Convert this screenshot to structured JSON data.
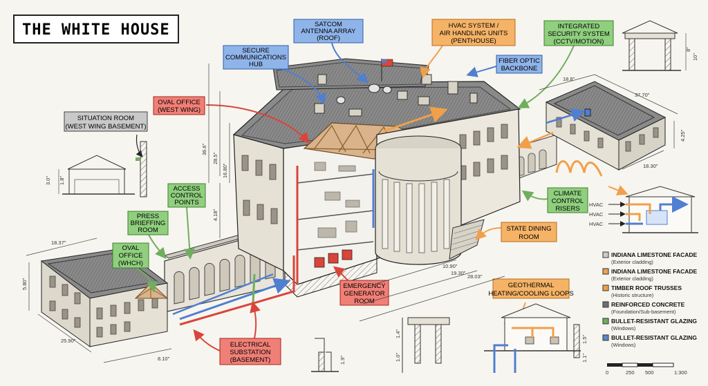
{
  "title": "THE WHITE HOUSE",
  "labels": {
    "satcom": [
      "SATCOM",
      "ANTENNA ARRAY",
      "(ROOF)"
    ],
    "hvac": [
      "HVAC SYSTEM /",
      "AIR HANDLING UNITS",
      "(PENTHOUSE)"
    ],
    "security": [
      "INTEGRATED",
      "SECURITY SYSTEM",
      "(CCTV/MOTION)"
    ],
    "comms": [
      "SECURE",
      "COMMUNICATIONS",
      "HUB"
    ],
    "fiber": [
      "FIBER OPTIC",
      "BACKBONE"
    ],
    "oval_west": [
      "OVAL OFFICE",
      "(WEST WING)"
    ],
    "situation": [
      "SITUATION ROOM",
      "(WEST WING BASEMENT)"
    ],
    "access": [
      "ACCESS",
      "CONTROL",
      "POINTS"
    ],
    "press": [
      "PRESS",
      "BRIEFFING",
      "ROOM"
    ],
    "oval_whch": [
      "OVAL",
      "OFFICE",
      "(WHCH)"
    ],
    "climate": [
      "CLIMATE",
      "CONTROL",
      "RISERS"
    ],
    "state_dining": [
      "STATE DINING",
      "ROOM"
    ],
    "generator": [
      "EMERGENCY",
      "GENERATOR",
      "ROOM"
    ],
    "electrical": [
      "ELECTRICAL",
      "SUBSTATION",
      "(BASEMENT)"
    ],
    "geothermal": [
      "GEOTHERMAL",
      "HEATING/COOLING LOOPS"
    ]
  },
  "dimensions": {
    "d1": "36.6\"",
    "d2": "28.5\"",
    "d3": "16.80\"",
    "d4": "4.18\"",
    "d5": "10.90\"",
    "d6": "19.30\"",
    "d7": "28.03\"",
    "d8": "18.37\"",
    "d9": "5.80\"",
    "d10": "25.90\"",
    "d11": "8.10\"",
    "d12": "18.8\"",
    "d13": "37.70\"",
    "d14": "4.25\"",
    "d15": "18.30\"",
    "d16": "3.0\"",
    "d17": "1.8\"",
    "d18": "1.4\"",
    "d19": "1.0\"",
    "d20": "1.9\"",
    "d21": "8\"",
    "d22": "10\"",
    "d23": "1.5\"",
    "d24": "1.1\""
  },
  "hvac_inset": [
    "HVAC",
    "HVAC",
    "HVAC"
  ],
  "legend": [
    {
      "title": "INDIANA LIMESTONE FACADE",
      "sub": "(Exterior cladding)",
      "color": "#cccccc"
    },
    {
      "title": "INDIANA LIMESTONE FACADE",
      "sub": "(Exterior cladding)",
      "color": "#e9a25a"
    },
    {
      "title": "TIMBER ROOF TRUSSES",
      "sub": "(Historic structure)",
      "color": "#f0a04b"
    },
    {
      "title": "REINFORCED CONCRETE",
      "sub": "(Foundation/Sub-basement)",
      "color": "#707070"
    },
    {
      "title": "BULLET-RESISTANT GLAZING",
      "sub": "(Windows)",
      "color": "#6fae5f"
    },
    {
      "title": "BULLET-RESISTANT GLAZING",
      "sub": "(Windows)",
      "color": "#5b86c8"
    }
  ],
  "scale": {
    "ticks": [
      "0",
      "250",
      "500",
      "1:300"
    ]
  },
  "colors": {
    "blue": "#4f7fd0",
    "red": "#d9453b",
    "orange": "#f0a04b",
    "green": "#6fae5f"
  }
}
